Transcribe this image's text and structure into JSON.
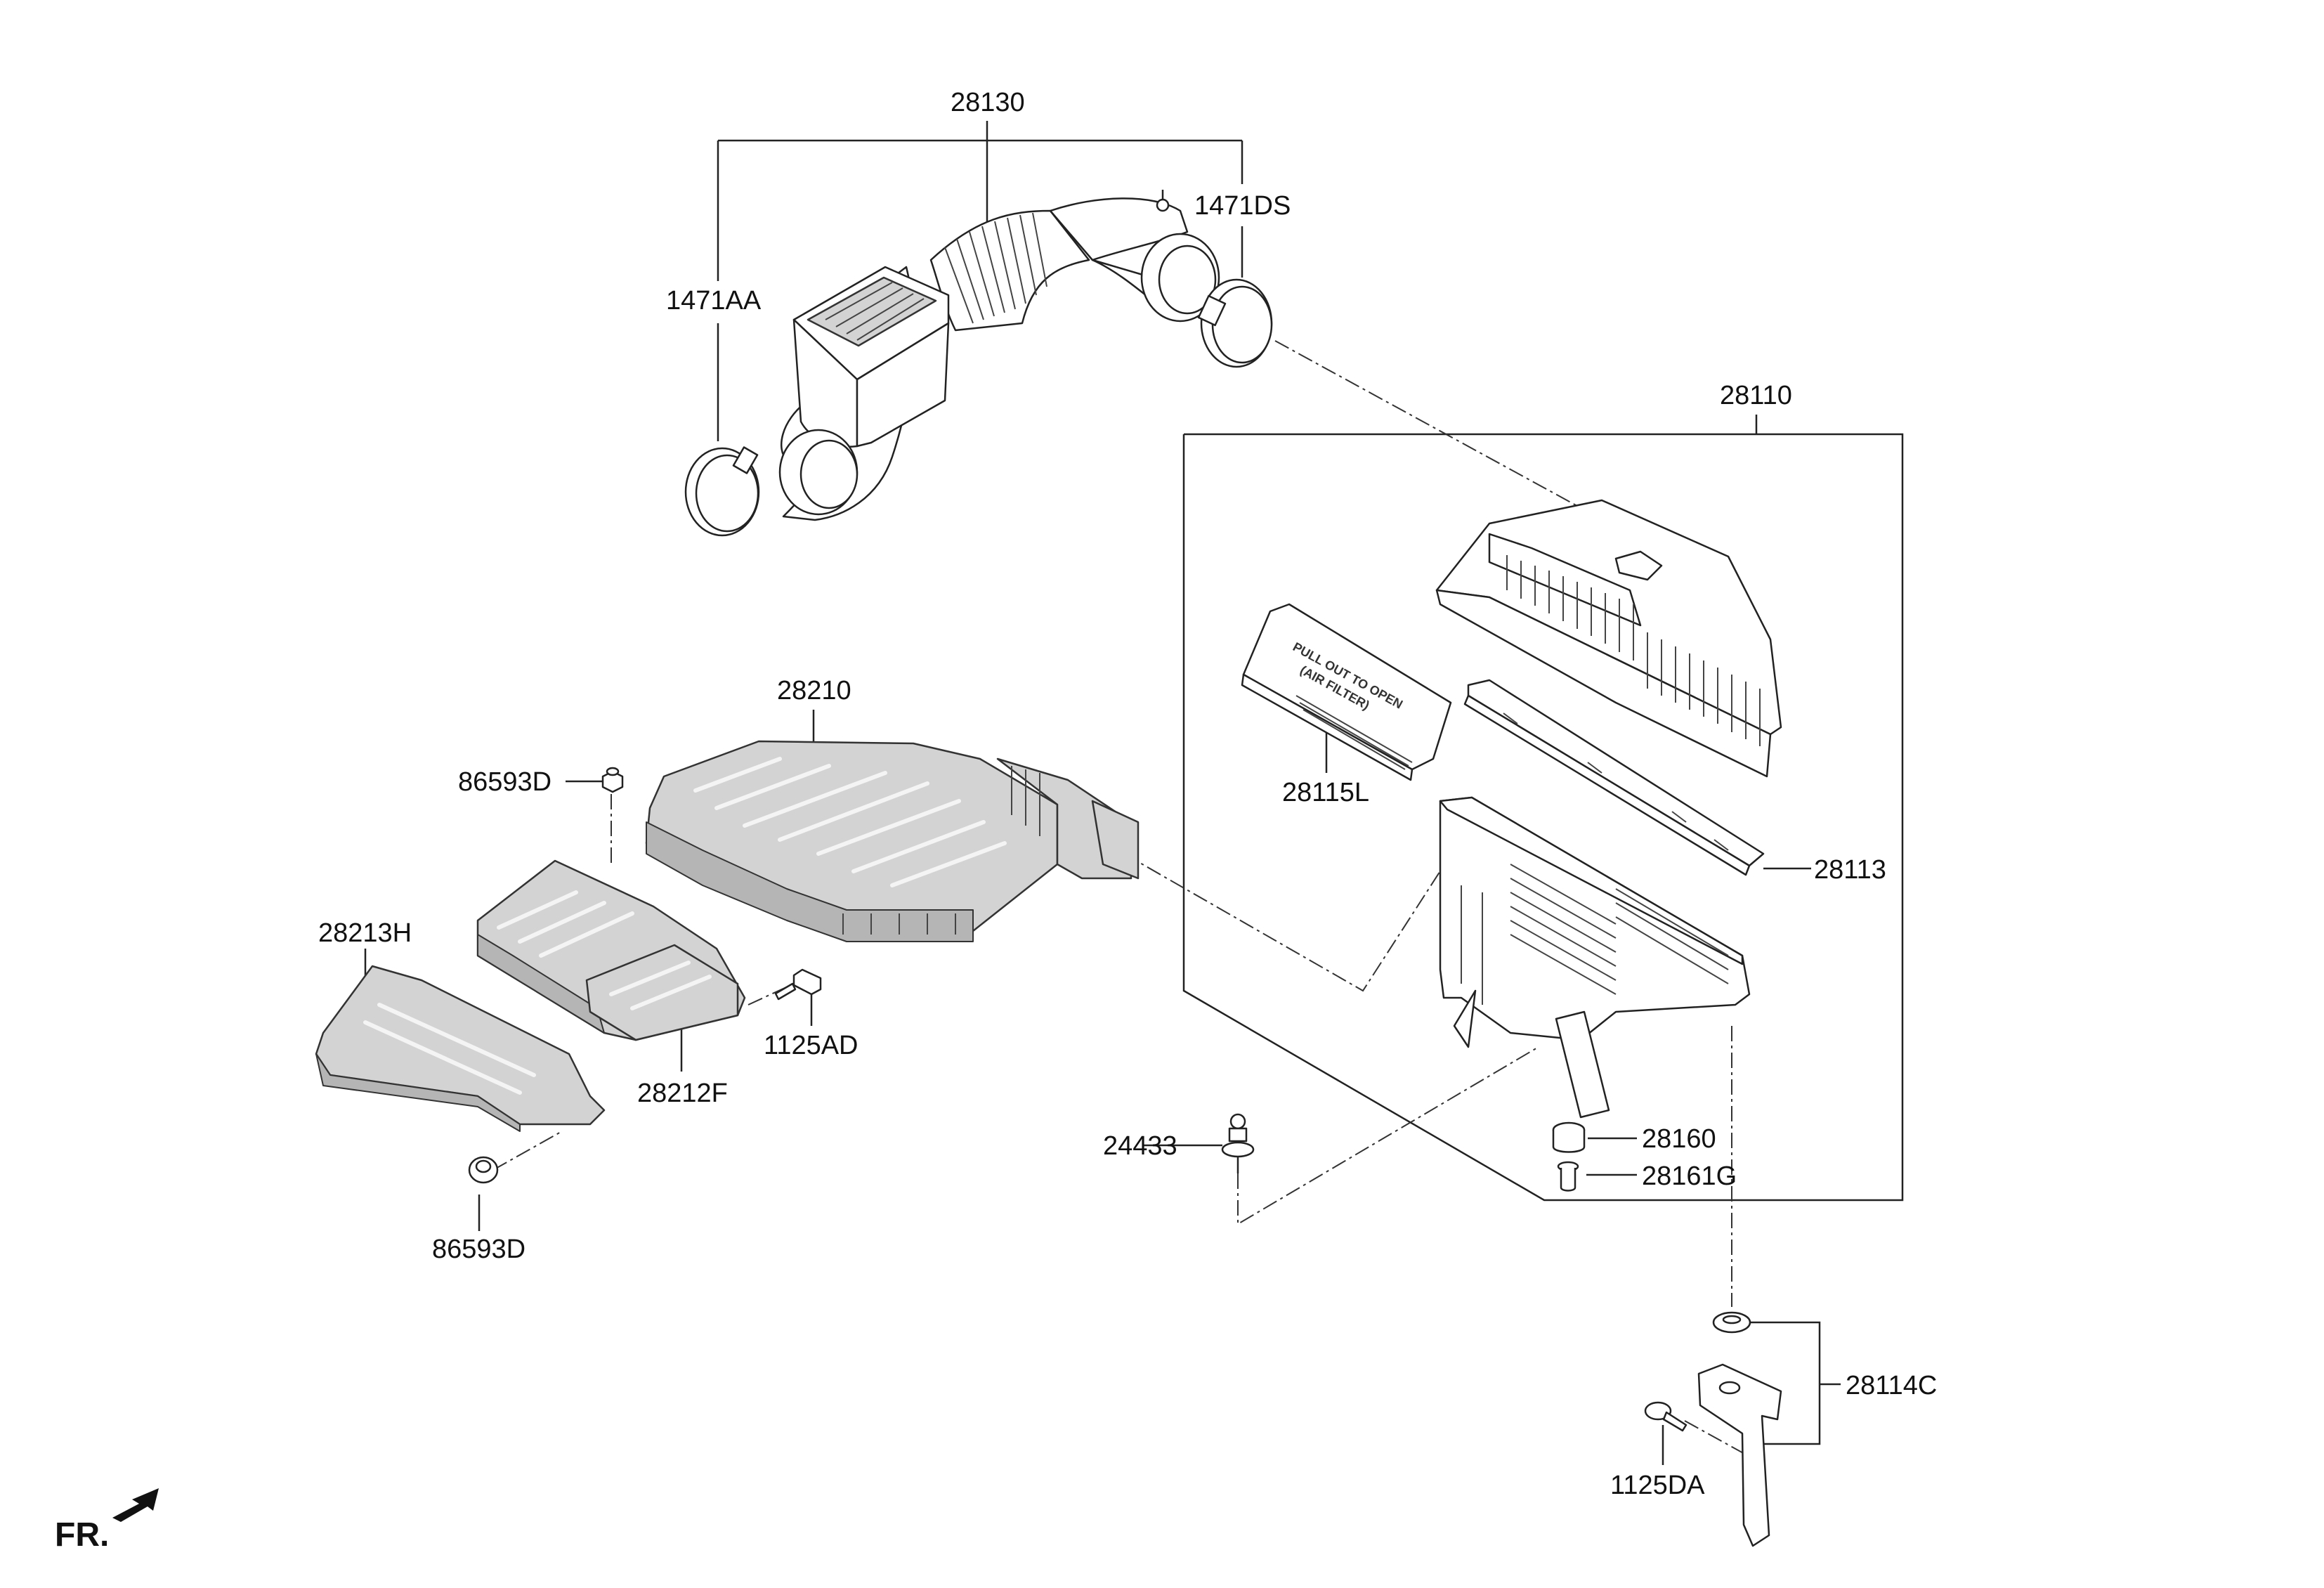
{
  "labels": {
    "intake_duct_assy": "28130",
    "clamp_front": "1471AA",
    "clamp_rear": "1471DS",
    "air_cleaner_assy": "28110",
    "filter_cover": "28115L",
    "filter_element": "28113",
    "resonator": "28210",
    "bolt_resonator_top": "86593D",
    "duct_lower": "28213H",
    "duct_inlet": "28212F",
    "bolt_inlet": "1125AD",
    "bolt_duct_lower": "86593D",
    "bolt_cleaner": "24433",
    "grommet": "28160",
    "collar": "28161G",
    "bracket_assy": "28114C",
    "bracket_bolt": "1125DA"
  },
  "filter_cover_text": {
    "line1": "PULL OUT TO OPEN",
    "line2": "(AIR FILTER)"
  },
  "orientation": {
    "label": "FR."
  },
  "colors": {
    "line": "#222222",
    "part_fill": "#d3d3d3",
    "background": "#ffffff"
  }
}
